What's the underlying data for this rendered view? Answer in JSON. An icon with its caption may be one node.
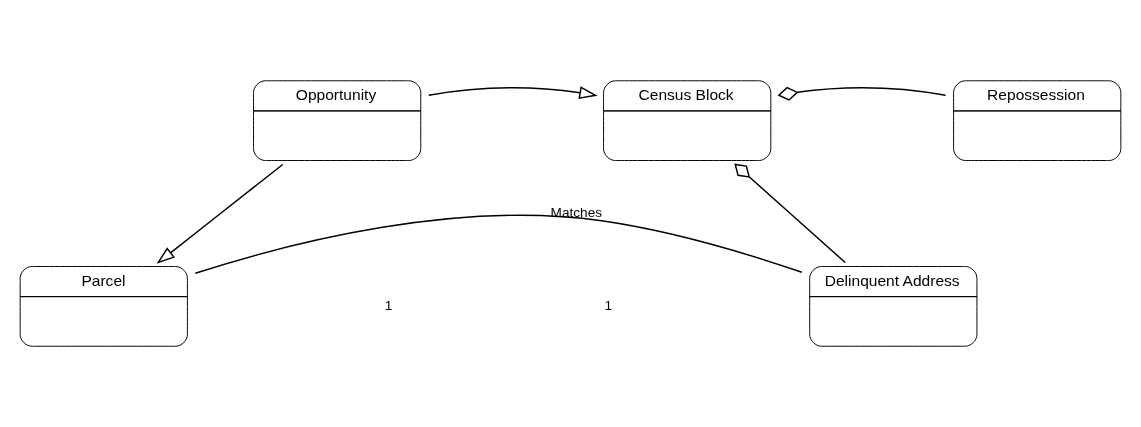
{
  "diagram": {
    "nodes": [
      {
        "text": [
          "Opportunity"
        ]
      },
      {
        "text": [
          "Census Block"
        ]
      },
      {
        "text": [
          "Repossession"
        ]
      },
      {
        "text": [
          "Parcel"
        ]
      },
      {
        "text": [
          "Delinquent Address"
        ]
      }
    ],
    "edges": [
      {
        "from": 0,
        "to": 1,
        "arrow": "to"
      },
      {
        "from": 0,
        "to": 3,
        "arrow": "to"
      },
      {
        "from": 2,
        "to": 1,
        "arrow": "other"
      },
      {
        "from": 4,
        "to": 1,
        "arrow": "other"
      },
      {
        "from": 3,
        "to": 4,
        "arrow": "none",
        "label": "Matches"
      }
    ],
    "labels": [
      "1",
      "1"
    ]
  }
}
